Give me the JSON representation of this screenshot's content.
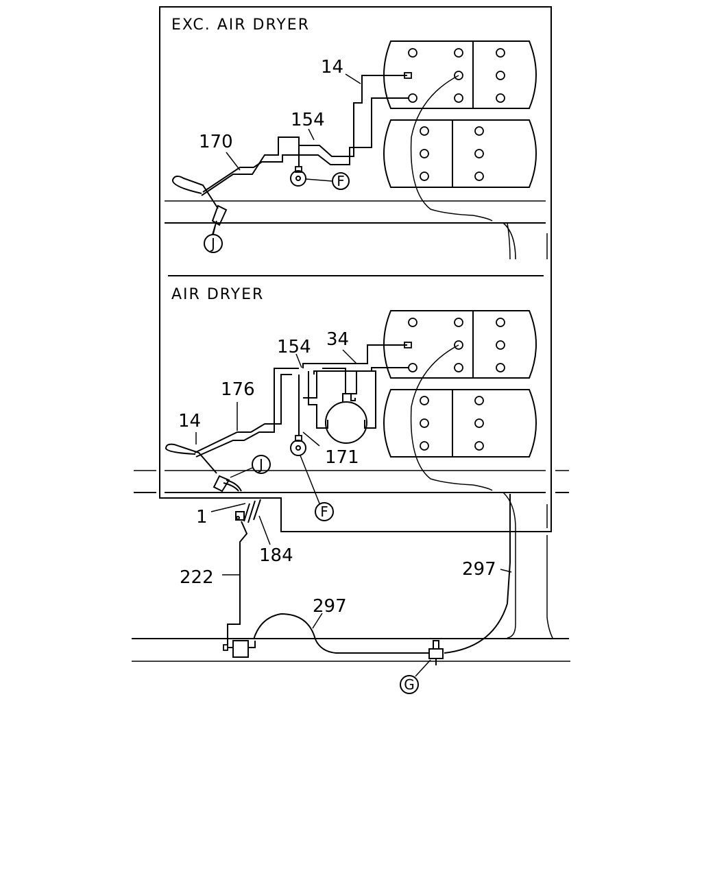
{
  "sections": {
    "top_title": "EXC. AIR DRYER",
    "bottom_title": "AIR DRYER"
  },
  "callouts": {
    "top": {
      "p14": "14",
      "p154": "154",
      "p170": "170",
      "circle_F": "F",
      "circle_J": "J"
    },
    "bottom": {
      "p34": "34",
      "p154": "154",
      "p176": "176",
      "p14": "14",
      "p171": "171",
      "circle_J": "J",
      "circle_F": "F"
    },
    "lower": {
      "p1": "1",
      "p184": "184",
      "p222": "222",
      "p297_right": "297",
      "p297_bottom": "297",
      "circle_G": "G"
    }
  }
}
